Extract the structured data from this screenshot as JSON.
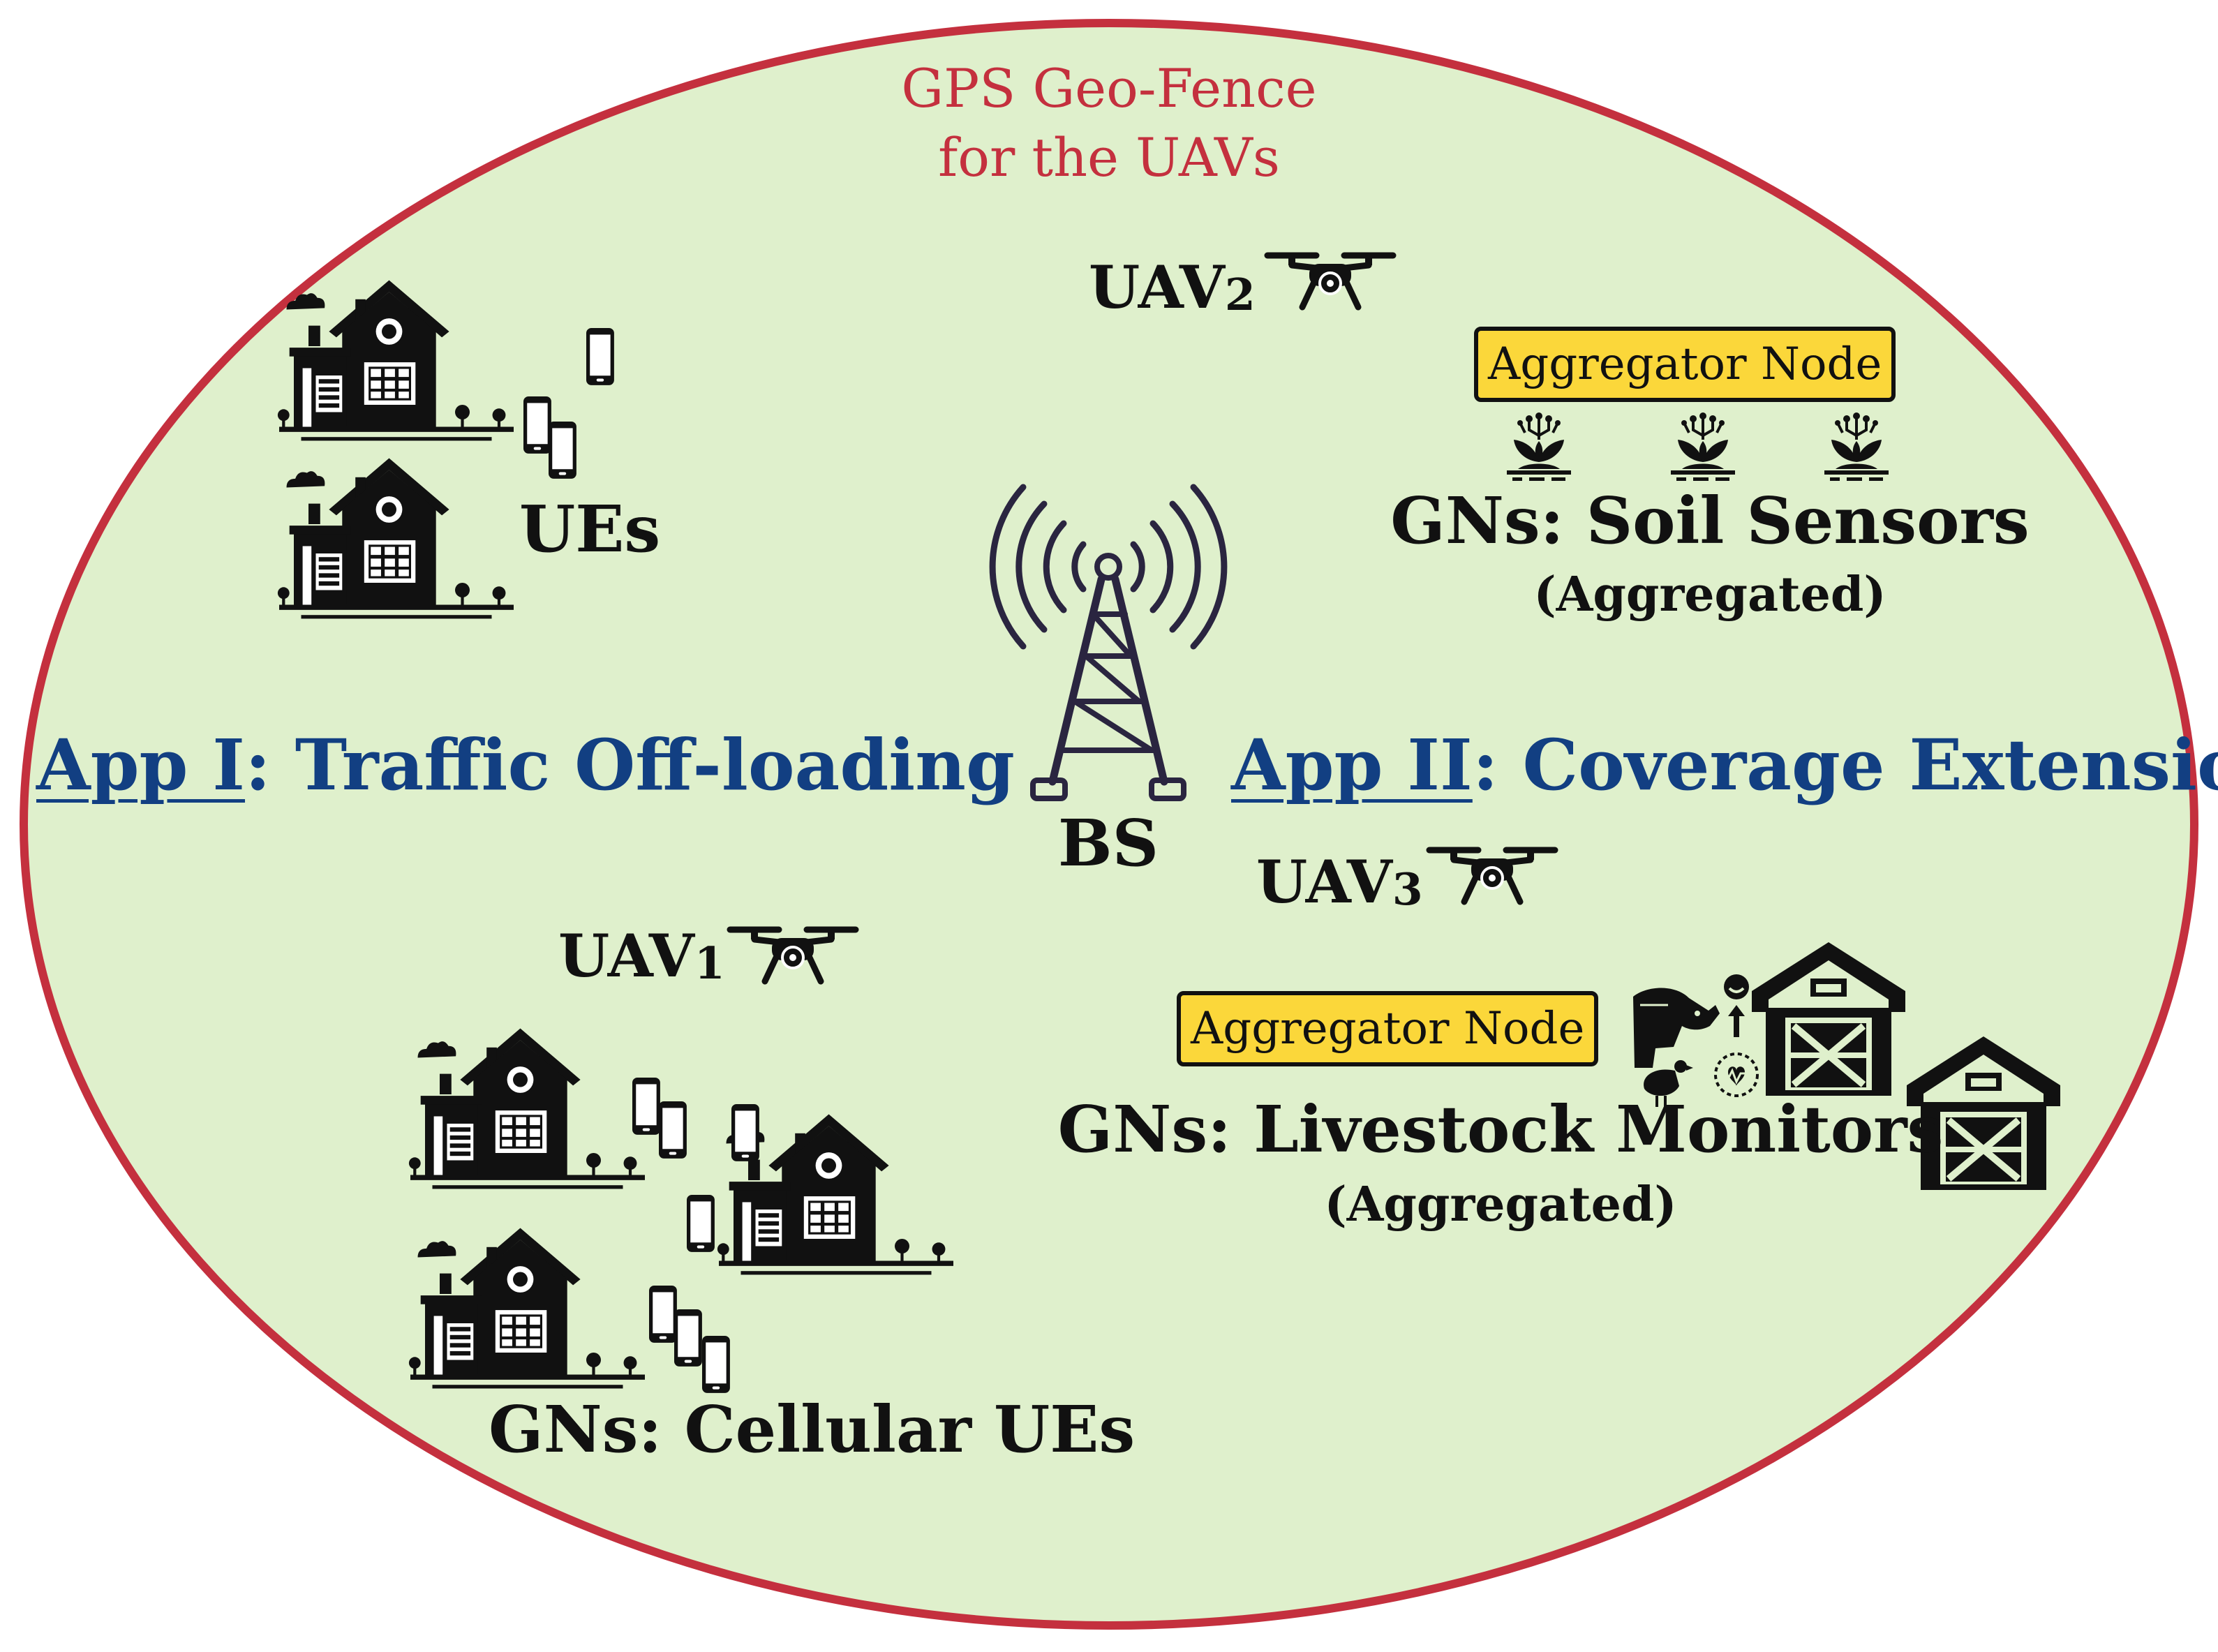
{
  "geofence": {
    "line1": "GPS Geo-Fence",
    "line2": "for the UAVs",
    "fill_color": "#dff0cc",
    "border_color": "#c4303e"
  },
  "apps": {
    "app1": {
      "prefix": "App I",
      "rest": ": Traffic Off-loading"
    },
    "app2": {
      "prefix": "App II",
      "rest": ": Coverage Extension"
    },
    "color": "#123f82"
  },
  "base_station": {
    "label": "BS"
  },
  "uavs": [
    {
      "label": "UAV",
      "index": "2"
    },
    {
      "label": "UAV",
      "index": "3"
    },
    {
      "label": "UAV",
      "index": "1"
    }
  ],
  "groups": {
    "ues": {
      "label": "UEs"
    },
    "cellular": {
      "label": "GNs: Cellular UEs"
    },
    "soil": {
      "aggregator": "Aggregator Node",
      "label": "GNs: Soil Sensors",
      "sub": "(Aggregated)"
    },
    "livestock": {
      "aggregator": "Aggregator Node",
      "label": "GNs: Livestock Monitors",
      "sub": "(Aggregated)"
    }
  },
  "icons": [
    "house-icon",
    "phone-icon",
    "drone-icon",
    "tower-icon",
    "plant-sensor-icon",
    "barn-icon",
    "cow-icon",
    "chicken-icon",
    "heart-monitor-icon"
  ],
  "colors": {
    "aggregator_fill": "#fbd73a",
    "icon": "#111111"
  }
}
